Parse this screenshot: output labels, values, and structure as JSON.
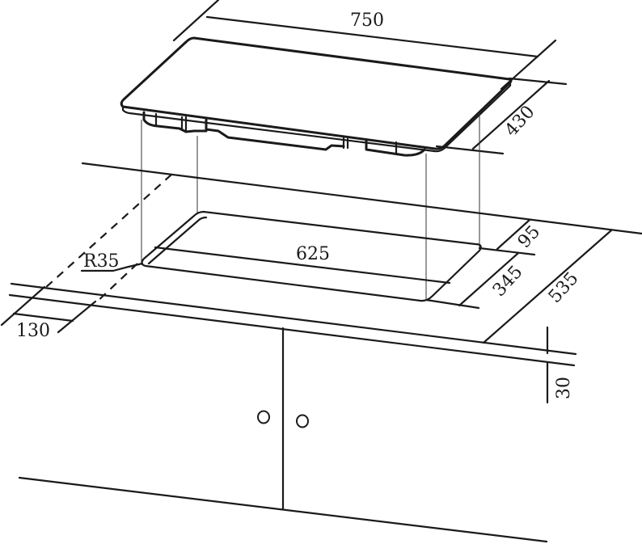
{
  "diagram": {
    "subject": "Built-in cooktop installation cutout",
    "units": "mm",
    "colors": {
      "line": "#1a1a1a",
      "background": "#ffffff"
    },
    "dimensions": {
      "cooktop_width": "750",
      "cooktop_depth": "430",
      "cutout_width": "625",
      "cutout_depth": "345",
      "cutout_back_offset": "95",
      "countertop_depth": "535",
      "countertop_thickness": "30",
      "side_clearance": "130",
      "corner_radius": "R35"
    }
  }
}
